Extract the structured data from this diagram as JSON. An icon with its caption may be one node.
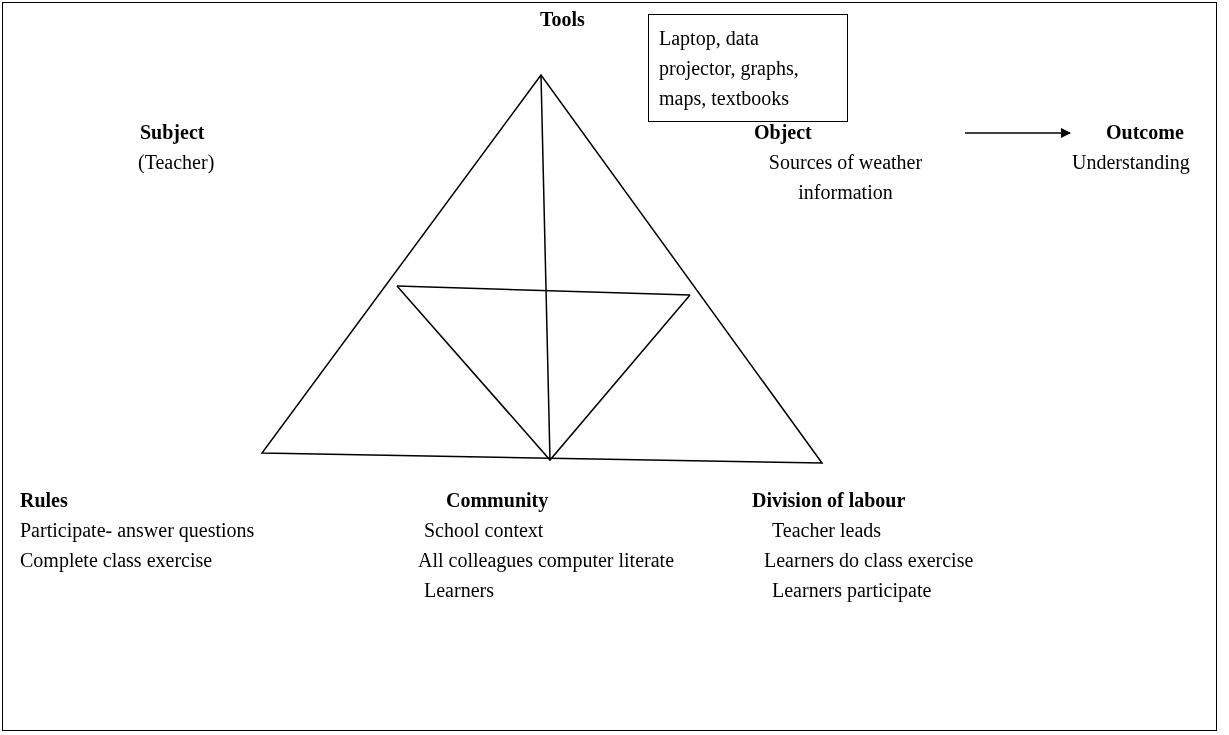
{
  "diagram": {
    "nodes": [
      {
        "text": [
          "Tools"
        ]
      },
      {
        "text": [
          "Laptop, data projector, graphs, maps, textbooks"
        ]
      },
      {
        "text": [
          "Subject",
          "(Teacher)"
        ]
      },
      {
        "text": [
          "Object",
          "Sources of weather information"
        ]
      },
      {
        "text": [
          "Outcome",
          "Understanding"
        ]
      },
      {
        "text": [
          "Rules",
          "Participate- answer questions",
          "Complete class exercise"
        ]
      },
      {
        "text": [
          "Community",
          "School context",
          "All colleagues computer literate",
          "Learners"
        ]
      },
      {
        "text": [
          "Division of labour",
          "Teacher leads",
          "Learners do class exercise",
          "Learners participate"
        ]
      }
    ],
    "edges": [
      {
        "from": 3,
        "to": 4,
        "arrow": "to"
      }
    ]
  }
}
